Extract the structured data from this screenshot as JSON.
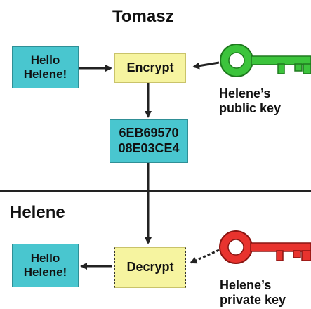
{
  "sender": {
    "name": "Tomasz"
  },
  "receiver": {
    "name": "Helene"
  },
  "top": {
    "plaintext": "Hello Helene!",
    "operation": "Encrypt",
    "key_caption_line1": "Helene’s",
    "key_caption_line2": "public key",
    "key_color": "#3cc43c"
  },
  "ciphertext": {
    "line1": "6EB69570",
    "line2": "08E03CE4"
  },
  "bottom": {
    "plaintext": "Hello Helene!",
    "operation": "Decrypt",
    "key_caption_line1": "Helene’s",
    "key_caption_line2": "private key",
    "key_color": "#e8332e"
  },
  "colors": {
    "message_box": "#49c6cf",
    "operation_box": "#f6f4a0",
    "arrow": "#222222"
  }
}
